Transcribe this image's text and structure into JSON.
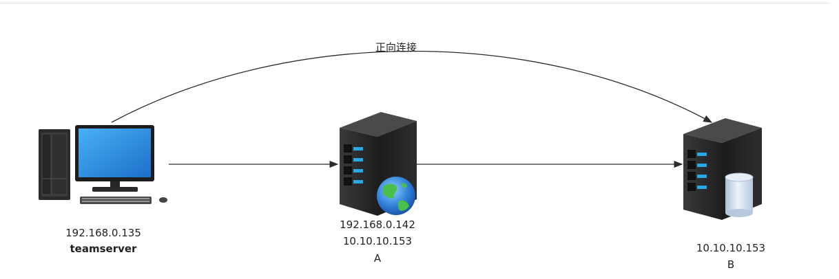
{
  "connection_label": "正向连接",
  "nodes": {
    "teamserver": {
      "ip": "192.168.0.135",
      "name": "teamserver"
    },
    "a": {
      "ip1": "192.168.0.142",
      "ip2": "10.10.10.153",
      "name": "A"
    },
    "b": {
      "ip": "10.10.10.153",
      "name": "B"
    }
  },
  "colors": {
    "arrow": "#2b2b2b",
    "server_body": "#2a2a2a",
    "server_light": "#2aa7e6",
    "monitor_screen": "#2a8be0",
    "globe": "#2f7fd8",
    "database": "#d6e2f0"
  },
  "icons": {
    "teamserver": "desktop-computer-icon",
    "a": "web-server-globe-icon",
    "b": "database-server-icon"
  }
}
